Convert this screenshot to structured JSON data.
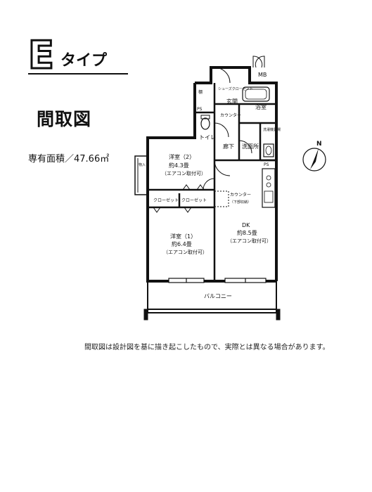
{
  "header": {
    "letter": "E",
    "type_label": "タイプ"
  },
  "title": "間取図",
  "area": "専有面積／47.66㎡",
  "disclaimer": "間取図は設計図を基に描き起こしたもので、実際とは異なる場合があります。",
  "compass": {
    "label": "N"
  },
  "rooms": {
    "mb": "MB",
    "shelf": "棚",
    "shoe": "シューズクローゼット",
    "ps1": "PS",
    "entrance": "玄関",
    "counter1": "カウンター",
    "bath": "浴室",
    "toilet": "トイレ",
    "laundry": "洗濯機置場",
    "corridor": "廊下",
    "washroom": "洗面所",
    "ps2": "PS",
    "storage": "物入",
    "room2_name": "洋室（2）",
    "room2_size": "約4.3畳",
    "room2_note": "（エアコン取付可）",
    "counter2": "カウンター",
    "counter2_note": "（下部収納）",
    "closet1": "クローゼット",
    "closet2": "クローゼット",
    "room1_name": "洋室（1）",
    "room1_size": "約6.4畳",
    "room1_note": "（エアコン取付可）",
    "dk_name": "DK",
    "dk_size": "約8.5畳",
    "dk_note": "（エアコン取付可）",
    "balcony": "バルコニー"
  }
}
